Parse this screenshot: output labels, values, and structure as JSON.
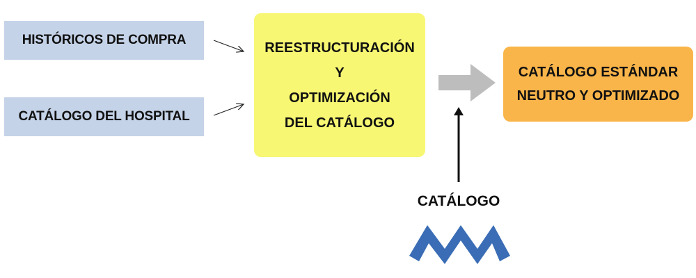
{
  "inputs": {
    "historicos": "HISTÓRICOS DE COMPRA",
    "catalogo_hospital": "CATÁLOGO DEL HOSPITAL"
  },
  "process": {
    "lines": [
      "REESTRUCTURACIÓN",
      "Y",
      "OPTIMIZACIÓN",
      "DEL CATÁLOGO"
    ]
  },
  "output": {
    "lines": [
      "CATÁLOGO ESTÁNDAR",
      "NEUTRO Y OPTIMIZADO"
    ]
  },
  "catalog_source": {
    "label": "CATÁLOGO",
    "logo_icon": "mm-logo-icon"
  },
  "colors": {
    "input_fill": "#c5d3e8",
    "process_fill": "#f7f773",
    "output_fill": "#f9b54a",
    "big_arrow": "#bdbdbd",
    "logo": "#3a6db5"
  }
}
